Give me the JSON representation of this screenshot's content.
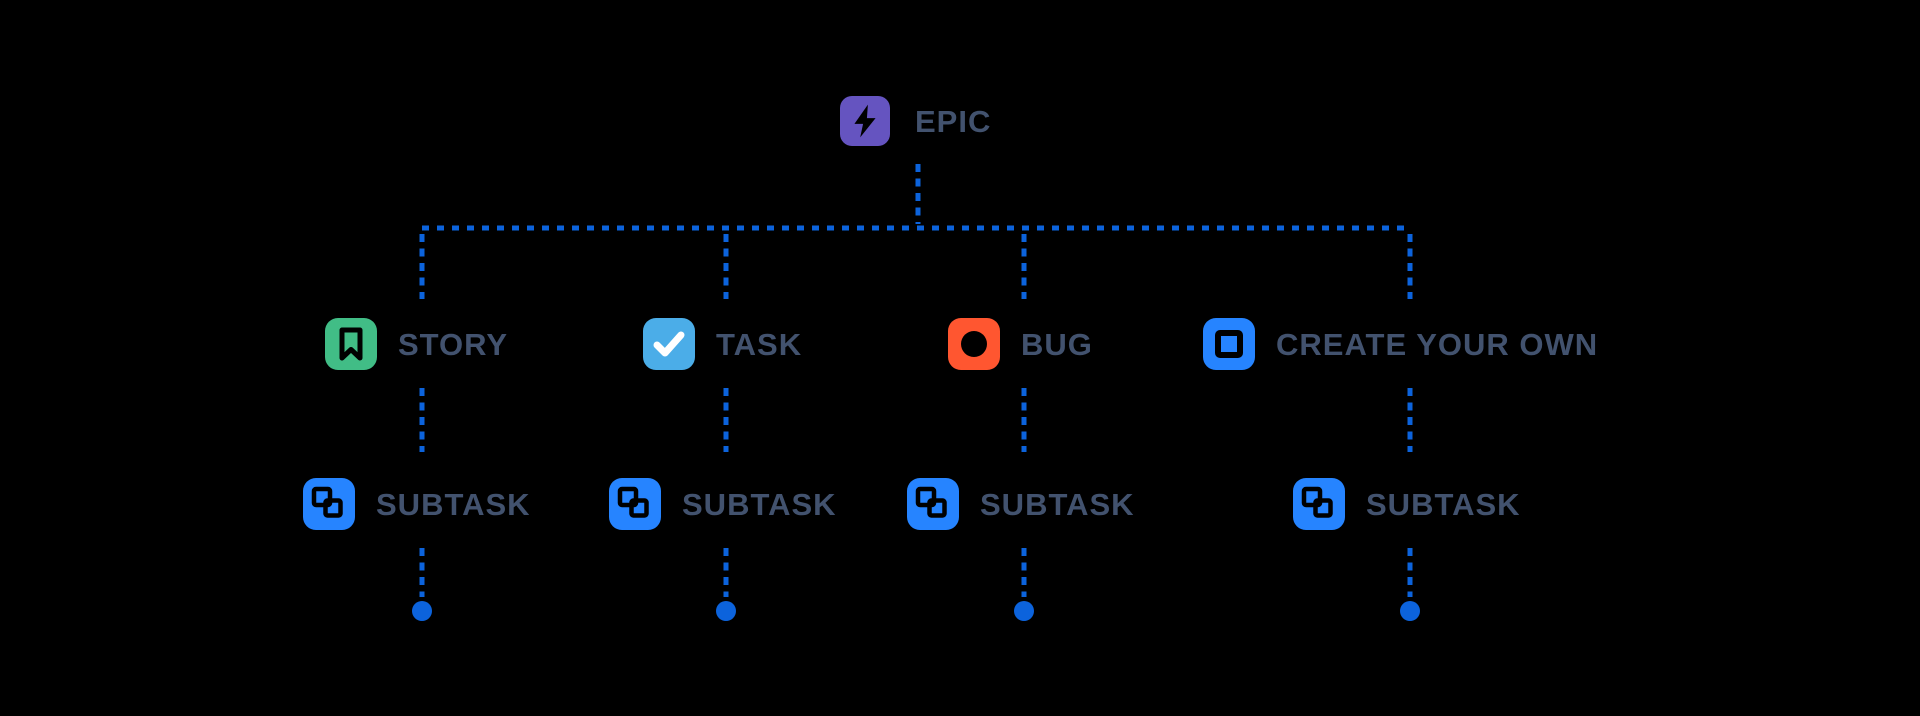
{
  "diagram": {
    "root": {
      "label": "EPIC",
      "icon": "lightning-bolt-icon",
      "color": "#6554C0"
    },
    "columns": [
      {
        "label": "STORY",
        "icon": "bookmark-icon",
        "color": "#41BD86",
        "subtask": {
          "label": "SUBTASK",
          "icon": "subtask-icon",
          "color": "#2684FF"
        }
      },
      {
        "label": "TASK",
        "icon": "checkmark-icon",
        "color": "#4BADE8",
        "subtask": {
          "label": "SUBTASK",
          "icon": "subtask-icon",
          "color": "#2684FF"
        }
      },
      {
        "label": "BUG",
        "icon": "circle-icon",
        "color": "#FF5630",
        "subtask": {
          "label": "SUBTASK",
          "icon": "subtask-icon",
          "color": "#2684FF"
        }
      },
      {
        "label": "CREATE YOUR OWN",
        "icon": "square-outline-icon",
        "color": "#2684FF",
        "subtask": {
          "label": "SUBTASK",
          "icon": "subtask-icon",
          "color": "#2684FF"
        }
      }
    ],
    "connector_color": "#0C63DC",
    "label_color": "#42526E"
  },
  "palette": {
    "background": "#000000",
    "glyph_cutout": "#000000",
    "glyph_check": "#FFFFFF"
  }
}
